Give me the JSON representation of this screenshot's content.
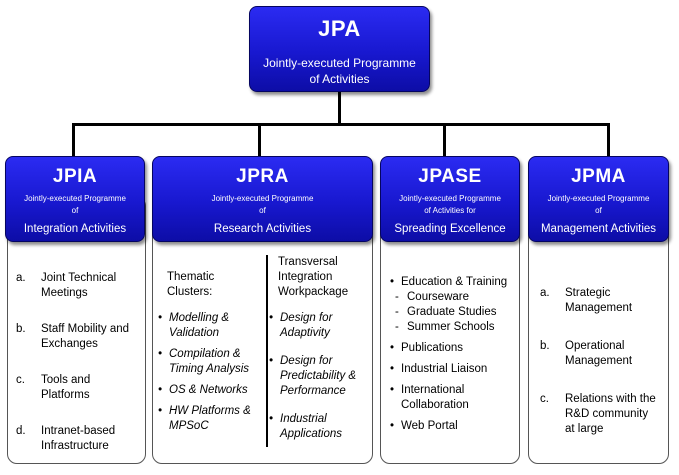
{
  "root": {
    "abbr": "JPA",
    "line1": "Jointly-executed Programme",
    "line2": "of Activities"
  },
  "jpia": {
    "abbr": "JPIA",
    "sub1": "Jointly-executed Programme",
    "sub2": "of",
    "title": "Integration Activities",
    "items": [
      {
        "marker": "a.",
        "l1": "Joint Technical",
        "l2": "Meetings"
      },
      {
        "marker": "b.",
        "l1": "Staff Mobility and",
        "l2": "Exchanges"
      },
      {
        "marker": "c.",
        "l1": "Tools and",
        "l2": "Platforms"
      },
      {
        "marker": "d.",
        "l1": "Intranet-based",
        "l2": "Infrastructure"
      }
    ]
  },
  "jpra": {
    "abbr": "JPRA",
    "sub1": "Jointly-executed Programme",
    "sub2": "of",
    "title": "Research Activities",
    "left_heading": [
      "Thematic",
      "Clusters:"
    ],
    "left_items": [
      [
        "Modelling &",
        "Validation"
      ],
      [
        "Compilation &",
        "Timing Analysis"
      ],
      [
        "OS & Networks"
      ],
      [
        "HW Platforms &",
        "MPSoC"
      ]
    ],
    "right_heading": [
      "Transversal",
      "Integration",
      "Workpackage"
    ],
    "right_items": [
      [
        "Design for",
        "Adaptivity"
      ],
      [
        "Design for",
        "Predictability &",
        "Performance"
      ],
      [
        "Industrial",
        "Applications"
      ]
    ]
  },
  "jpase": {
    "abbr": "JPASE",
    "sub1": "Jointly-executed Programme",
    "sub2": "of Activities for",
    "title": "Spreading Excellence",
    "items": [
      {
        "text": "Education & Training",
        "sub": [
          "Courseware",
          "Graduate Studies",
          "Summer Schools"
        ]
      },
      {
        "text": "Publications"
      },
      {
        "text": "Industrial Liaison"
      },
      {
        "text": "International",
        "text2": "Collaboration"
      },
      {
        "text": "Web Portal"
      }
    ]
  },
  "jpma": {
    "abbr": "JPMA",
    "sub1": "Jointly-executed Programme",
    "sub2": "of",
    "title": "Management Activities",
    "items": [
      {
        "marker": "a.",
        "l1": "Strategic",
        "l2": "Management"
      },
      {
        "marker": "b.",
        "l1": "Operational",
        "l2": "Management"
      },
      {
        "marker": "c.",
        "l1": "Relations with the",
        "l2": "R&D community",
        "l3": "at large"
      }
    ]
  }
}
